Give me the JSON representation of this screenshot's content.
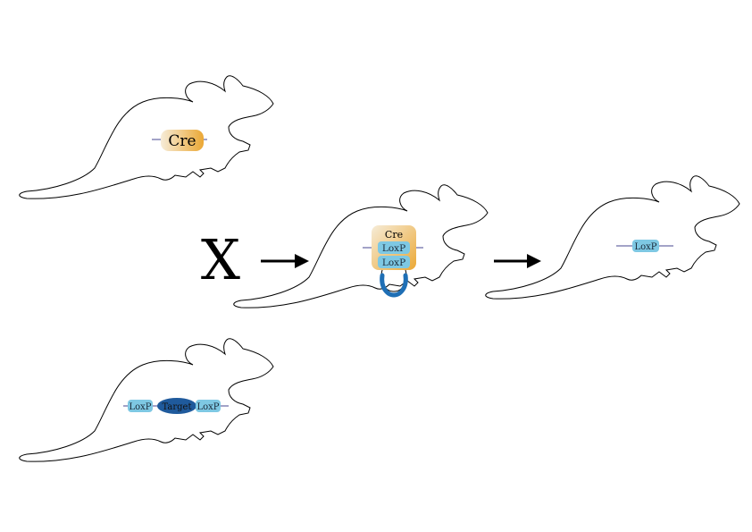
{
  "colors": {
    "outline": "#000000",
    "cre_light": "#f6ecd8",
    "cre_dark": "#eba835",
    "loxp_fill": "#7ec8e3",
    "target_fill": "#1f5a9c",
    "dna_line": "#6c6ca6",
    "excised_loop": "#1f6fb5"
  },
  "icons": {
    "mouse": "mouse-outline-icon",
    "arrow": "right-arrow-icon",
    "cross": "cross-x-symbol"
  },
  "cross_symbol": "X",
  "mice": {
    "cre_mouse": {
      "cre_label": "Cre"
    },
    "flox_mouse": {
      "loxp_left": "LoxP",
      "target": "Target",
      "loxp_right": "LoxP"
    },
    "offspring": {
      "cre_label": "Cre",
      "loxp_top": "LoxP",
      "loxp_bottom": "LoxP"
    },
    "result_mouse": {
      "loxp_label": "LoxP"
    }
  }
}
